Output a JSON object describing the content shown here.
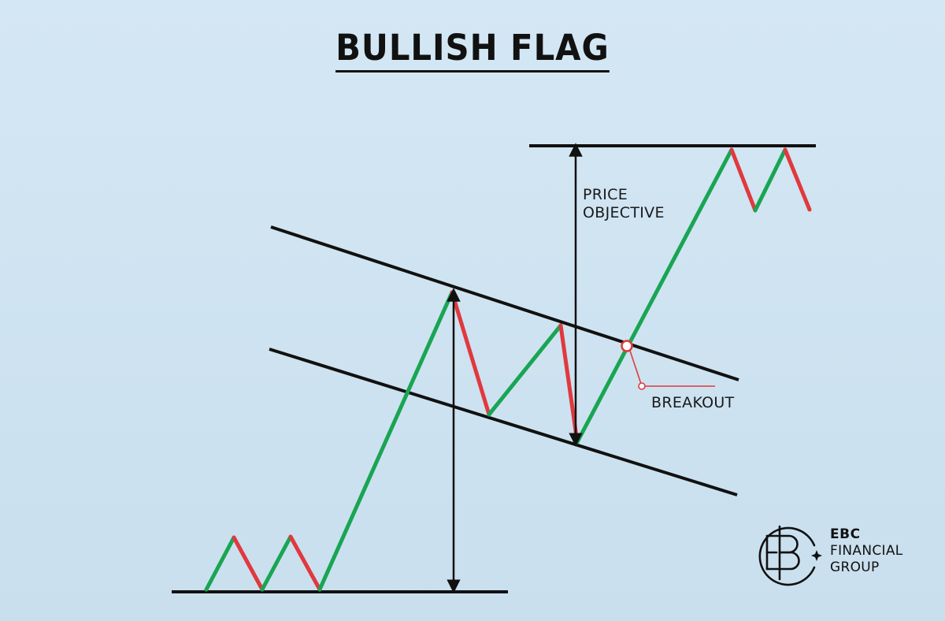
{
  "title": "BULLISH FLAG",
  "labels": {
    "price_objective": [
      "PRICE",
      "OBJECTIVE"
    ],
    "breakout": "BREAKOUT"
  },
  "logo": {
    "brand": "EBC",
    "line2": "FINANCIAL",
    "line3": "GROUP"
  },
  "colors": {
    "up_segment": "#19a553",
    "down_segment": "#e0393e",
    "line": "#111111",
    "breakout_marker": "#e0393e",
    "background": "#cfe3f1"
  },
  "icons": [
    "up-arrow-icon",
    "down-arrow-icon",
    "breakout-marker-icon",
    "ebc-logo-icon"
  ]
}
